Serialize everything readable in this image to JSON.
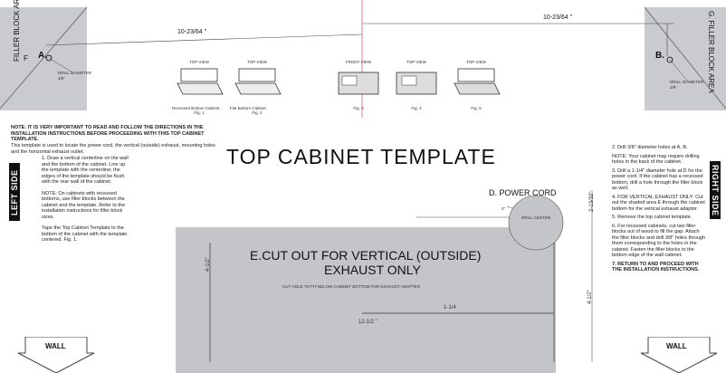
{
  "title": "TOP CABINET TEMPLATE",
  "filler_left": {
    "label": "FILLER BLOCK AREA",
    "marker_a": "A.",
    "marker_f": "F"
  },
  "filler_right": {
    "label": "G. FILLER BLOCK AREA",
    "marker_b": "B."
  },
  "drill_left": "DRILL DIAMETER 3/8\"",
  "drill_right": "DRILL DIAMETER 3/8\"",
  "dim_left": "10-23/64 \"",
  "dim_right": "10-23/64 \"",
  "side_left": "LEFT SIDE",
  "side_right": "RIGHT SIDE",
  "wall_left": "WALL",
  "wall_right": "WALL",
  "note_heading": "NOTE: IT IS VERY IMPORTANT TO READ AND FOLLOW THE DIRECTIONS IN THE INSTALLATION INSTRUCTIONS BEFORE PROCEEDING WITH THIS TOP CABINET TEMPLATE.",
  "note_sub": "This template is used to locate the power cord, the vertical (outside) exhaust, mounting holes and the horizontal exhaust outlet.",
  "left_steps": [
    "1. Draw a vertical centerline on the wall and the bottom of the cabinet. Line up the template with the centerline; the edges of the template should be flush with the rear wall of the cabinet.",
    "NOTE: On cabinets with recessed bottoms, use filler blocks between the cabinet and the template. Refer to the installation instructions for filler block sizes.",
    "Tape the Top Cabinet Template to the bottom of the cabinet with the template centered. Fig. 1."
  ],
  "power_cord_label": "D. POWER CORD",
  "drill_center": "DRILL CENTER",
  "dim_2": "2\"",
  "dim_3": "2-13/32\"",
  "cutout_title_1": "E.CUT OUT FOR VERTICAL (OUTSIDE)",
  "cutout_title_2": "EXHAUST ONLY",
  "cutout_note": "CUT HOLE TO FIT BELOW CABINET BOTTOM FOR EXHAUST ADAPTER",
  "dim_half": "4-1/2\"",
  "dim_quarter": "1-1/4",
  "dim_12": "12-1/2 \"",
  "dim_right_v": "4-1/2\"",
  "right_steps": [
    "2. Drill 3/8\" diameter holes at A, B.",
    "NOTE: Your cabinet may require drilling holes in the back of the cabinet.",
    "3. Drill a 1-1/4\" diameter hole at D for the power cord. If the cabinet has a recessed bottom, drill a hole through the filler block as well.",
    "4. FOR VERTICAL EXHAUST ONLY: Cut out the shaded area E through the cabinet bottom for the vertical exhaust adaptor.",
    "5. Remove the top cabinet template.",
    "6. For recessed cabinets, cut two filler blocks out of wood to fill the gap. Attach the filler blocks and drill 3/8\" holes through them corresponding to the holes in the cabinet. Fasten the filler blocks to the bottom edge of the wall cabinet.",
    "7. RETURN TO AND PROCEED WITH THE INSTALLATION INSTRUCTIONS."
  ],
  "fig_labels": [
    "Fig. 1",
    "Fig. 2",
    "Fig. 3",
    "Fig. 4",
    "Fig. 5"
  ],
  "fig_titles": [
    "TOP VIEW",
    "TOP VIEW",
    "FRONT VIEW",
    "TOP VIEW",
    "TOP VIEW"
  ],
  "fig_captions": [
    "Recessed Bottom Cabinet",
    "Flat Bottom Cabinet",
    "",
    "",
    ""
  ]
}
